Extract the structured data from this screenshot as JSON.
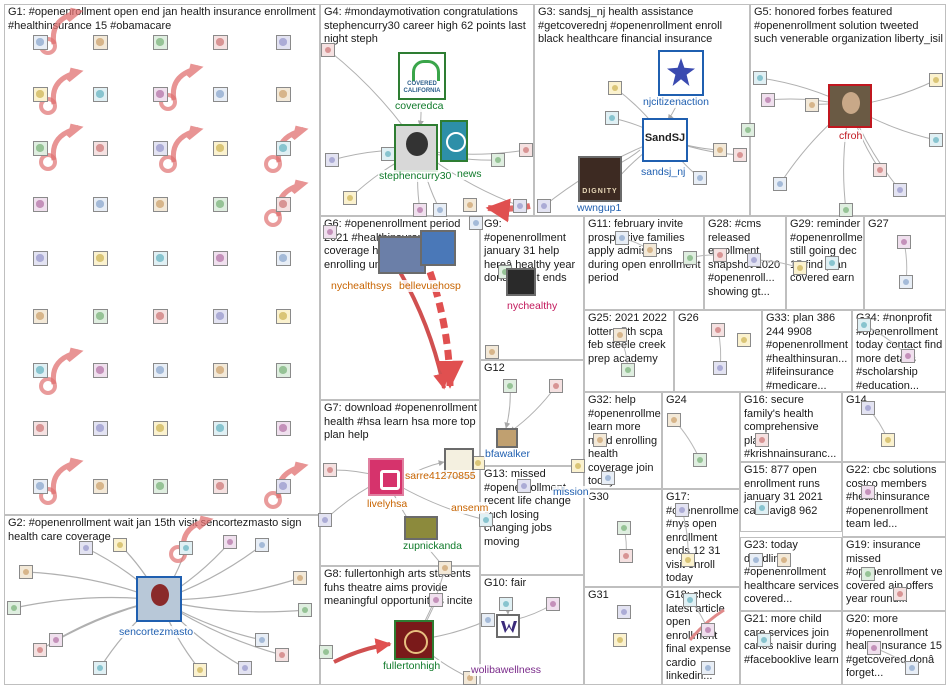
{
  "groups": [
    {
      "id": "G1",
      "label": "G1: #openenrollment open end jan health insurance enrollment #healthinsurance 15 #obamacare"
    },
    {
      "id": "G2",
      "label": "G2: #openenrollment wait jan 15th visit sencortezmasto sign health care coverage"
    },
    {
      "id": "G3",
      "label": "G3: sandsj_nj health assistance #getcoverednj #openenrollment enroll black healthcare financial insurance"
    },
    {
      "id": "G4",
      "label": "G4: #mondaymotivation congratulations stephencurry30 career high 62 points last night steph"
    },
    {
      "id": "G5",
      "label": "G5: honored forbes featured #openenrollment solution tweeted such venerable organization liberty_isil"
    },
    {
      "id": "G6",
      "label": "G6: #openenrollment period 2021 #healthinsurance coverage help nyc covered enrolling underway"
    },
    {
      "id": "G7",
      "label": "G7: download #openenrollment health #hsa learn hsa more top plan help"
    },
    {
      "id": "G8",
      "label": "G8: fullertonhigh arts students fuhs theatre aims provide meaningful opportunities incite"
    },
    {
      "id": "G9",
      "label": "G9: #openenrollment january 31 help hereâ healthy year donâ forget ends"
    },
    {
      "id": "G10",
      "label": "G10: fair"
    },
    {
      "id": "G11",
      "label": "G11: february invite prospective families apply admissions during open enrollment period"
    },
    {
      "id": "G12",
      "label": "G12"
    },
    {
      "id": "G13",
      "label": "G13: missed #openenrollment recent life change such losing changing jobs moving"
    },
    {
      "id": "G14",
      "label": "G14"
    },
    {
      "id": "G15",
      "label": "G15: 877 open enrollment runs january 31 2021 call navig8 962"
    },
    {
      "id": "G16",
      "label": "G16: secure family's health comprehensive plan #krishnainsuranc..."
    },
    {
      "id": "G17",
      "label": "G17: #openenrollment #nys open enrollment ends 12 31 visit enroll today"
    },
    {
      "id": "G18",
      "label": "G18: check latest article open enrollment final expense cardio linkedin..."
    },
    {
      "id": "G19",
      "label": "G19: insurance missed #openenrollment ve covered aip offers year round..."
    },
    {
      "id": "G20",
      "label": "G20: more #openenrollment health insurance 15 #getcovered donâ forget..."
    },
    {
      "id": "G21",
      "label": "G21: more child care services join carlos naisir during #facebooklive learn"
    },
    {
      "id": "G22",
      "label": "G22: cbc solutions costco members #healthinsurance #openenrollment team led..."
    },
    {
      "id": "G23",
      "label": "G23: today deadline #openenrollment healthcare services covered..."
    },
    {
      "id": "G24",
      "label": "G24"
    },
    {
      "id": "G25",
      "label": "G25: 2021 2022 lottery 5th scpa feb steele creek prep academy"
    },
    {
      "id": "G26",
      "label": "G26"
    },
    {
      "id": "G27",
      "label": "G27"
    },
    {
      "id": "G28",
      "label": "G28: #cms released enrollment snapshot 2020 #openenroll... showing gt..."
    },
    {
      "id": "G29",
      "label": "G29: reminder #openenrollment still going dec 15 find plan covered earn"
    },
    {
      "id": "G30",
      "label": "G30"
    },
    {
      "id": "G31",
      "label": "G31"
    },
    {
      "id": "G32",
      "label": "G32: help #openenrollment learn more need enrolling health coverage join today"
    },
    {
      "id": "G33",
      "label": "G33: plan 386 244 9908 #openenrollment #healthinsuran... #lifeinsurance #medicare..."
    },
    {
      "id": "G34",
      "label": "G34: #nonprofit #openenrollment today contact find more details #scholarship #education..."
    }
  ],
  "node_labels": {
    "coveredca": "coveredca",
    "stephencurry30": "stephencurry30",
    "news": "news",
    "njcitizenaction": "njcitizenaction",
    "sandsj_nj": "sandsj_nj",
    "wwngup1": "wwngup1",
    "cfroh": "cfroh",
    "sencortezmasto": "sencortezmasto",
    "nychealthsys": "nychealthsys",
    "bellevuehosp": "bellevuehosp",
    "nychealthy": "nychealthy",
    "livelyhsa": "livelyhsa",
    "sarre": "sarre41270855",
    "ansenm": "ansenm",
    "zupnickanda": "zupnickanda",
    "bfawalker": "bfawalker",
    "mission": "mission",
    "fullertonhigh": "fullertonhigh",
    "wolibawellness": "wolibawellness"
  },
  "logo_text": {
    "covered": "COVERED CALIFORNIA",
    "sandsj": "SandSJ",
    "dignity": "DIGNITY"
  }
}
